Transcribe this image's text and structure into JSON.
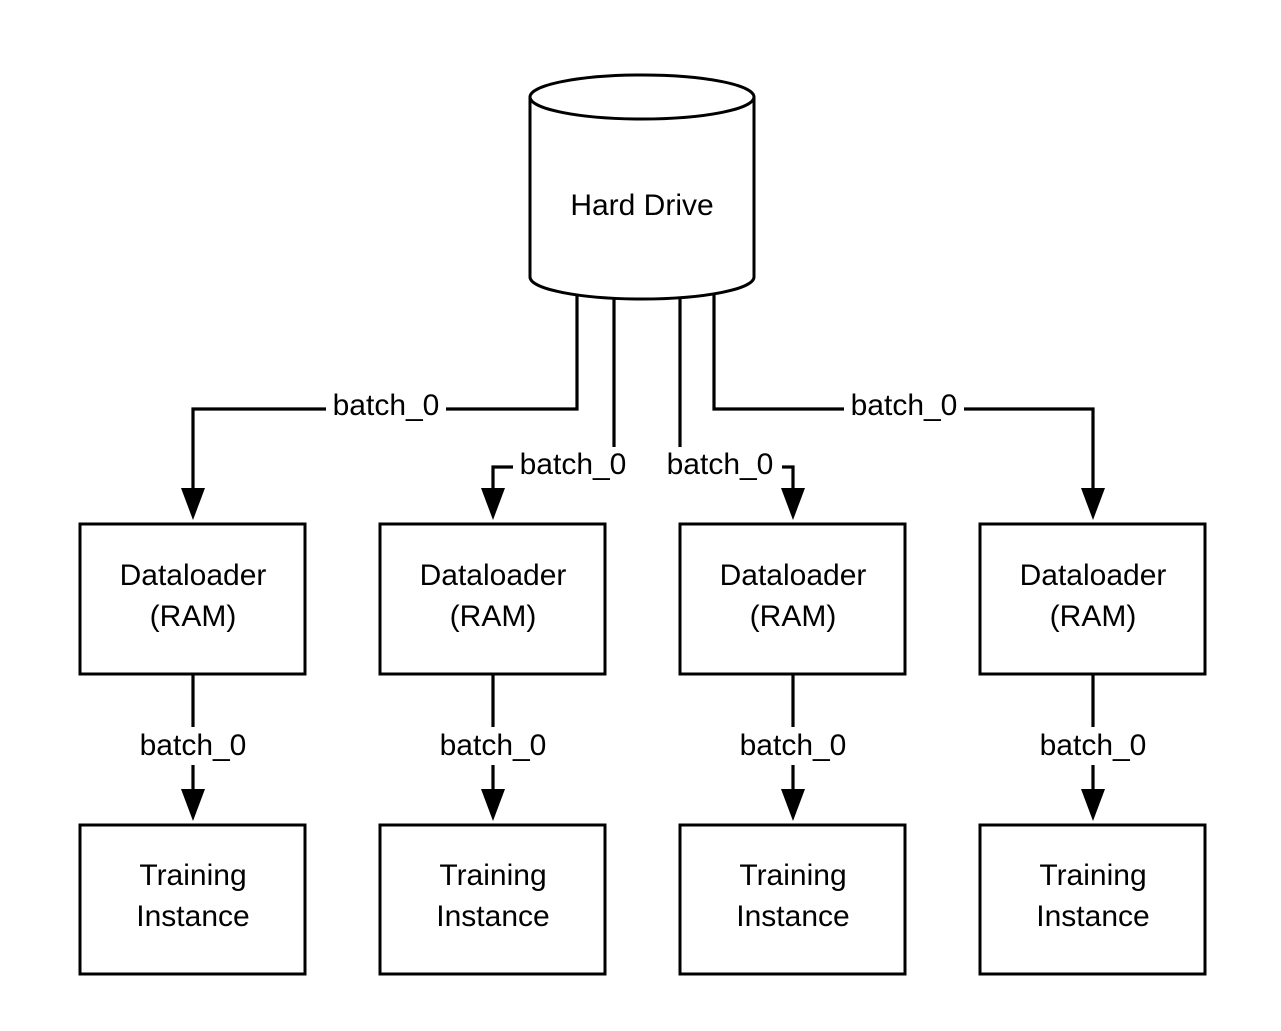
{
  "diagram": {
    "storage": {
      "line1": "Hard Drive"
    },
    "dataloaders": [
      {
        "line1": "Dataloader",
        "line2": "(RAM)"
      },
      {
        "line1": "Dataloader",
        "line2": "(RAM)"
      },
      {
        "line1": "Dataloader",
        "line2": "(RAM)"
      },
      {
        "line1": "Dataloader",
        "line2": "(RAM)"
      }
    ],
    "instances": [
      {
        "line1": "Training",
        "line2": "Instance"
      },
      {
        "line1": "Training",
        "line2": "Instance"
      },
      {
        "line1": "Training",
        "line2": "Instance"
      },
      {
        "line1": "Training",
        "line2": "Instance"
      }
    ],
    "drive_edges": [
      {
        "label": "batch_0"
      },
      {
        "label": "batch_0"
      },
      {
        "label": "batch_0"
      },
      {
        "label": "batch_0"
      }
    ],
    "loader_edges": [
      {
        "label": "batch_0"
      },
      {
        "label": "batch_0"
      },
      {
        "label": "batch_0"
      },
      {
        "label": "batch_0"
      }
    ]
  }
}
